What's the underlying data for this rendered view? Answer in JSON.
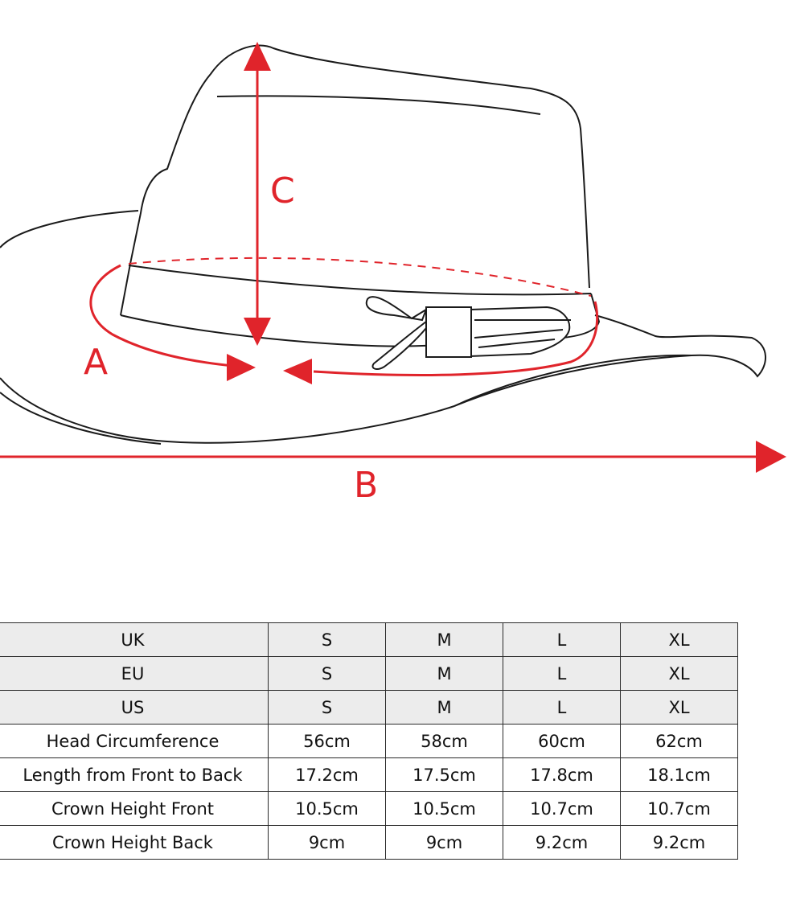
{
  "labels": {
    "a": "A",
    "b": "B",
    "c": "C"
  },
  "colors": {
    "accent": "#e0242b",
    "outline": "#1a1a1a",
    "header_row_bg": "#ececec"
  },
  "table": {
    "rows": [
      {
        "label": "UK",
        "values": [
          "S",
          "M",
          "L",
          "XL"
        ]
      },
      {
        "label": "EU",
        "values": [
          "S",
          "M",
          "L",
          "XL"
        ]
      },
      {
        "label": "US",
        "values": [
          "S",
          "M",
          "L",
          "XL"
        ]
      },
      {
        "label": "Head Circumference",
        "values": [
          "56cm",
          "58cm",
          "60cm",
          "62cm"
        ]
      },
      {
        "label": "Length from Front to Back",
        "values": [
          "17.2cm",
          "17.5cm",
          "17.8cm",
          "18.1cm"
        ]
      },
      {
        "label": "Crown Height Front",
        "values": [
          "10.5cm",
          "10.5cm",
          "10.7cm",
          "10.7cm"
        ]
      },
      {
        "label": "Crown Height Back",
        "values": [
          "9cm",
          "9cm",
          "9.2cm",
          "9.2cm"
        ]
      }
    ]
  }
}
